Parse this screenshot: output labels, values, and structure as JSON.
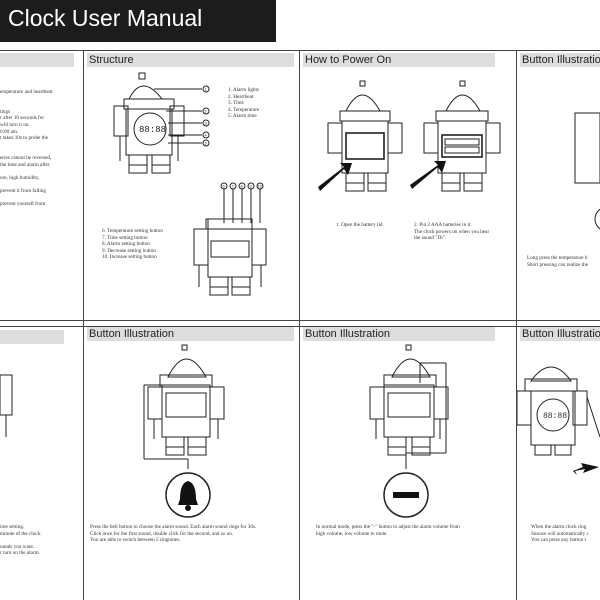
{
  "banner": {
    "title": "Clock User Manual"
  },
  "panels": {
    "p1": {
      "lines": [
        "emperature and heartbeat",
        "",
        "",
        "tings",
        "r after 10 seconds for",
        "will turn it on.",
        "6:00 am.",
        "t takes 10s to probe the",
        "",
        "",
        "eries cannot be reversed,",
        "the time and alarm after",
        "",
        "ure, high humidity,",
        "",
        "prevent it from falling",
        "",
        "prevent yourself from"
      ]
    },
    "p2": {
      "title": "Structure",
      "display": "88:88",
      "top_numbers": [
        "1",
        "2",
        "3",
        "4",
        "5"
      ],
      "callouts_top": [
        "1. Alarm lights",
        "2. Heartbeat",
        "3. Time",
        "4. Temperature",
        "5. Alarm time"
      ],
      "button_numbers": [
        "6",
        "7",
        "8",
        "9",
        "10"
      ],
      "callouts_bottom": [
        "6. Temperature setting button",
        "7. Time setting button",
        "8. Alarm setting button",
        "9. Decrease setting button",
        "10. Increase setting button"
      ]
    },
    "p3": {
      "title": "How to Power On",
      "caption1": [
        "1. Open the battery lid."
      ],
      "caption2": [
        "2. Put 2 AAA batteries in it.",
        "The clock powers on when you hear",
        "the sound \"Di\"."
      ]
    },
    "p4": {
      "title": "Button Illustration",
      "lines": [
        "Long press the temperature b",
        "Short pressing can realize the"
      ]
    },
    "p5": {
      "lines": [
        "ime setting.",
        "minute of the clock.",
        "",
        "ounds you want.",
        "r turn on the alarm."
      ]
    },
    "p6": {
      "title": "Button Illustration",
      "lines": [
        "Press the bell button to choose the alarm sound. Each alarm sound rings for 30s.",
        "Click once for the first sound, double click for the second, and so on.",
        "You are able to switch between 5 ringtones."
      ]
    },
    "p7": {
      "title": "Button Illustration",
      "lines": [
        "In normal mode, press the \"-\" button to adjust the alarm volume from",
        "high volume, low volume to  mute."
      ]
    },
    "p8": {
      "title": "Button Illustration",
      "display": "88:88",
      "lines": [
        "When the alarm clock ring",
        "Snooze will automatically r",
        "You can press any button t"
      ]
    }
  }
}
